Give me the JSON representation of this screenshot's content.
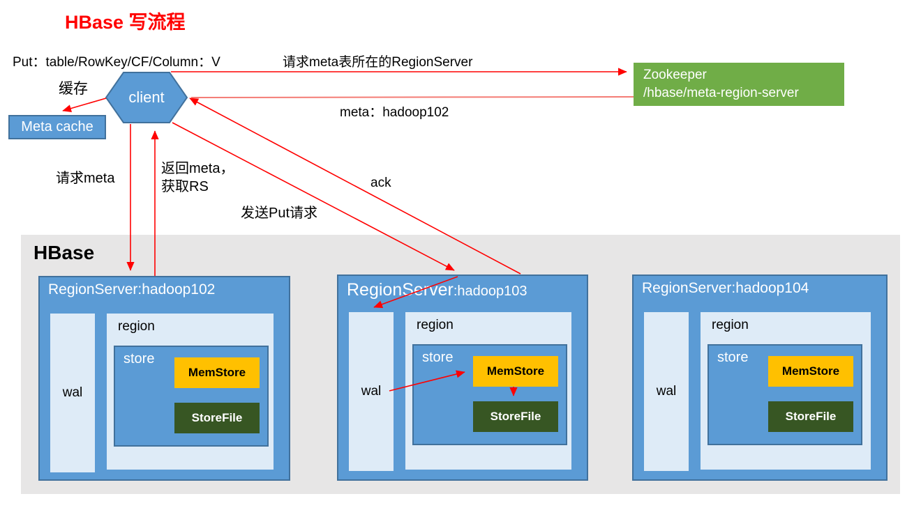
{
  "title": "HBase 写流程",
  "annotations": {
    "put": "Put：table/RowKey/CF/Column：V",
    "request_meta_rs": "请求meta表所在的RegionServer",
    "meta_result": "meta：hadoop102",
    "cache": "缓存",
    "request_meta": "请求meta",
    "return_meta_line1": "返回meta，",
    "return_meta_line2": "获取RS",
    "ack": "ack",
    "send_put": "发送Put请求"
  },
  "nodes": {
    "client": "client",
    "meta_cache": "Meta cache",
    "zookeeper_line1": "Zookeeper",
    "zookeeper_line2": "/hbase/meta-region-server",
    "hbase": "HBase"
  },
  "regionservers": [
    {
      "title": "RegionServer:hadoop102",
      "wal": "wal",
      "region": "region",
      "store": "store",
      "memstore": "MemStore",
      "storefile": "StoreFile"
    },
    {
      "title_prefix": "RegionServer",
      "title_suffix": ":hadoop103",
      "wal": "wal",
      "region": "region",
      "store": "store",
      "memstore": "MemStore",
      "storefile": "StoreFile"
    },
    {
      "title": "RegionServer:hadoop104",
      "wal": "wal",
      "region": "region",
      "store": "store",
      "memstore": "MemStore",
      "storefile": "StoreFile"
    }
  ],
  "colors": {
    "title_red": "#FF0000",
    "arrow_red": "#FF0000",
    "arrow_pink": "#F47C75",
    "node_blue": "#5B9BD5",
    "node_border": "#41719C",
    "light_blue": "#DEEBF7",
    "zookeeper_green": "#70AD47",
    "memstore_yellow": "#FFC000",
    "storefile_green": "#375623",
    "hbase_gray": "#E7E6E6"
  }
}
